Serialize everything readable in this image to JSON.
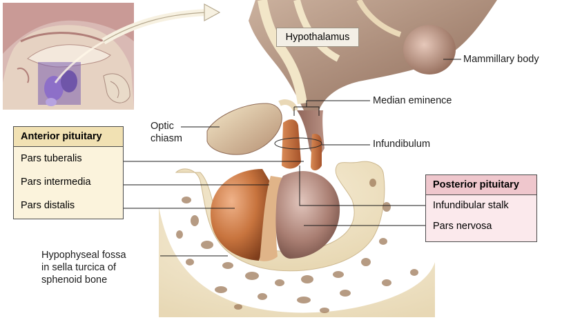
{
  "labels": {
    "hypothalamus": "Hypothalamus",
    "mammillary_body": "Mammillary body",
    "median_eminence": "Median eminence",
    "optic_chiasm_line1": "Optic",
    "optic_chiasm_line2": "chiasm",
    "infundibulum": "Infundibulum",
    "fossa_line1": "Hypophyseal fossa",
    "fossa_line2": "in sella turcica of",
    "fossa_line3": "sphenoid bone"
  },
  "anterior_pituitary": {
    "title": "Anterior pituitary",
    "items": [
      "Pars tuberalis",
      "Pars intermedia",
      "Pars distalis"
    ]
  },
  "posterior_pituitary": {
    "title": "Posterior pituitary",
    "items": [
      "Infundibular stalk",
      "Pars nervosa"
    ]
  },
  "colors": {
    "anterior_box": "#fbf3dc",
    "anterior_header": "#f1e1b3",
    "posterior_box": "#fbe9ec",
    "posterior_header": "#efc7cd",
    "brain_tissue": "#a88470",
    "bone": "#efe3c6",
    "anterior_lobe": "#c8743e",
    "posterior_lobe": "#a97e72"
  }
}
